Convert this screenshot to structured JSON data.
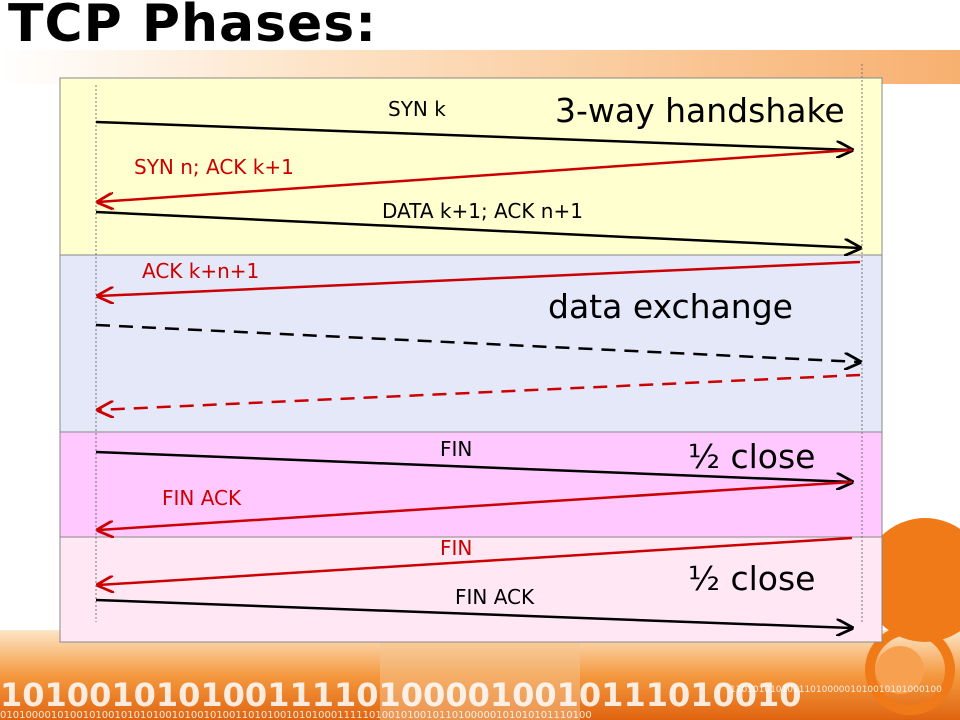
{
  "slide": {
    "title": "TCP Phases:"
  },
  "footer": {
    "binary_large": "101001010100111101000010010111010010",
    "binary_small": "1101010101011101000001010010101000100",
    "binary_bottom": "010100001010010100101010100101001010011010100101010001111101001010010110100000101010101110100"
  },
  "colors": {
    "handshake_bg": "#ffffd0",
    "data_bg": "#e4e8f8",
    "close1_bg": "#ffc8ff",
    "close2_bg": "#ffe8f4",
    "arrow_dark": "#000000",
    "arrow_red": "#cc0000",
    "accent_orange": "#f07a18"
  },
  "phases": [
    {
      "label": "3-way handshake"
    },
    {
      "label": "data exchange"
    },
    {
      "label": "½ close"
    },
    {
      "label": "½ close"
    }
  ],
  "messages": [
    {
      "label": "SYN k"
    },
    {
      "label": "SYN n; ACK k+1"
    },
    {
      "label": "DATA k+1; ACK n+1"
    },
    {
      "label": "ACK k+n+1"
    },
    {
      "label": "FIN"
    },
    {
      "label": "FIN ACK"
    },
    {
      "label": "FIN"
    },
    {
      "label": "FIN ACK"
    }
  ]
}
